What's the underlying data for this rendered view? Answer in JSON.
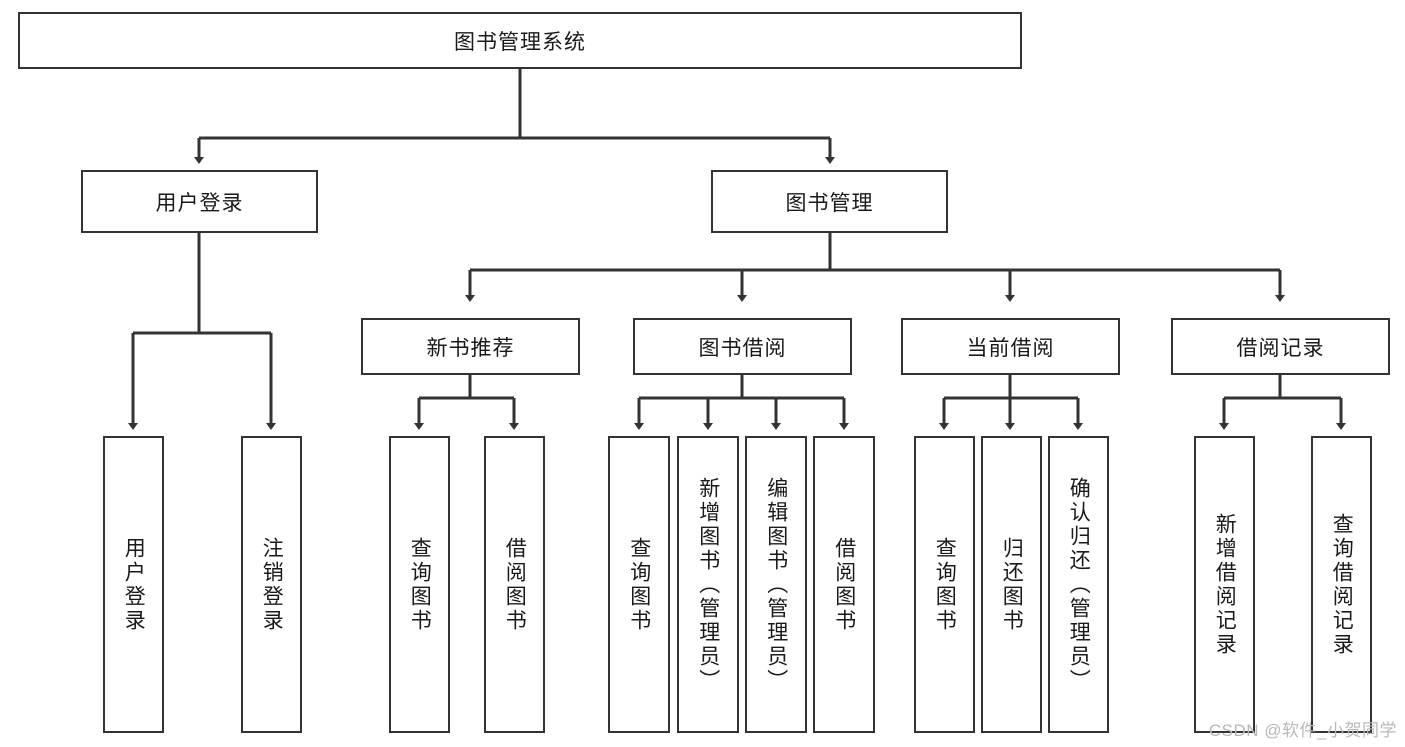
{
  "diagram": {
    "type": "tree-hierarchy-flowchart",
    "title": "图书管理系统",
    "watermark": "CSDN @软件_小贺同学",
    "colors": {
      "box_border": "#333333",
      "box_fill": "#ffffff",
      "connector": "#333333",
      "text": "#1a1a1a",
      "watermark": "#b8b8b8",
      "background": "#ffffff"
    },
    "nodes": {
      "root": {
        "label": "图书管理系统"
      },
      "level2": [
        {
          "id": "user-login",
          "label": "用户登录"
        },
        {
          "id": "book-management",
          "label": "图书管理"
        }
      ],
      "level3": [
        {
          "id": "new-book-recommend",
          "label": "新书推荐"
        },
        {
          "id": "book-borrow",
          "label": "图书借阅"
        },
        {
          "id": "current-borrow",
          "label": "当前借阅"
        },
        {
          "id": "borrow-record",
          "label": "借阅记录"
        }
      ],
      "leaves": {
        "user_login": [
          {
            "id": "leaf-user-login",
            "label": "用户登录"
          },
          {
            "id": "leaf-logout",
            "label": "注销登录"
          }
        ],
        "new_book_recommend": [
          {
            "id": "leaf-query-book-1",
            "label": "查询图书"
          },
          {
            "id": "leaf-borrow-book-1",
            "label": "借阅图书"
          }
        ],
        "book_borrow": [
          {
            "id": "leaf-query-book-2",
            "label": "查询图书"
          },
          {
            "id": "leaf-add-book",
            "label": "新增图书（管理员）"
          },
          {
            "id": "leaf-edit-book",
            "label": "编辑图书（管理员）"
          },
          {
            "id": "leaf-borrow-book-2",
            "label": "借阅图书"
          }
        ],
        "current_borrow": [
          {
            "id": "leaf-query-book-3",
            "label": "查询图书"
          },
          {
            "id": "leaf-return-book",
            "label": "归还图书"
          },
          {
            "id": "leaf-confirm-return",
            "label": "确认归还（管理员）"
          }
        ],
        "borrow_record": [
          {
            "id": "leaf-add-record",
            "label": "新增借阅记录"
          },
          {
            "id": "leaf-query-record",
            "label": "查询借阅记录"
          }
        ]
      }
    }
  }
}
